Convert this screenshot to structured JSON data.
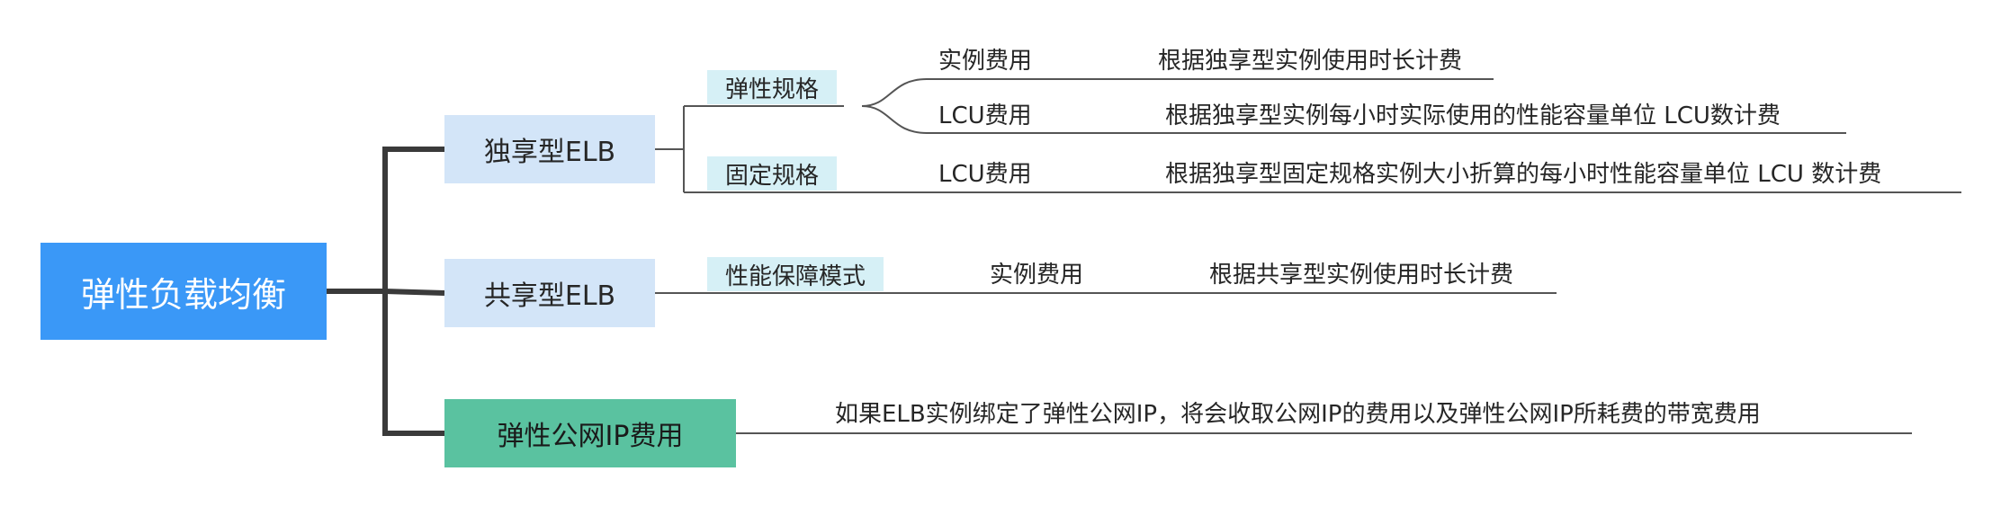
{
  "root": {
    "label": "弹性负载均衡"
  },
  "exclusive": {
    "label": "独享型ELB",
    "elastic": {
      "label": "弹性规格",
      "items": [
        {
          "name": "实例费用",
          "desc": "根据独享型实例使用时长计费"
        },
        {
          "name": "LCU费用",
          "desc": "根据独享型实例每小时实际使用的性能容量单位 LCU数计费"
        }
      ]
    },
    "fixed": {
      "label": "固定规格",
      "item": {
        "name": "LCU费用",
        "desc": "根据独享型固定规格实例大小折算的每小时性能容量单位 LCU 数计费"
      }
    }
  },
  "shared": {
    "label": "共享型ELB",
    "mode": {
      "label": "性能保障模式",
      "item": {
        "name": "实例费用",
        "desc": "根据共享型实例使用时长计费"
      }
    }
  },
  "eip": {
    "label": "弹性公网IP费用",
    "desc": "如果ELB实例绑定了弹性公网IP，将会收取公网IP的费用以及弹性公网IP所耗费的带宽费用"
  },
  "colors": {
    "root": "#3a98f7",
    "level1": "#d3e5f8",
    "eip": "#5ac2a0",
    "level2": "#d6f0f6",
    "connector": "#3a3a3a",
    "line": "#555555"
  }
}
